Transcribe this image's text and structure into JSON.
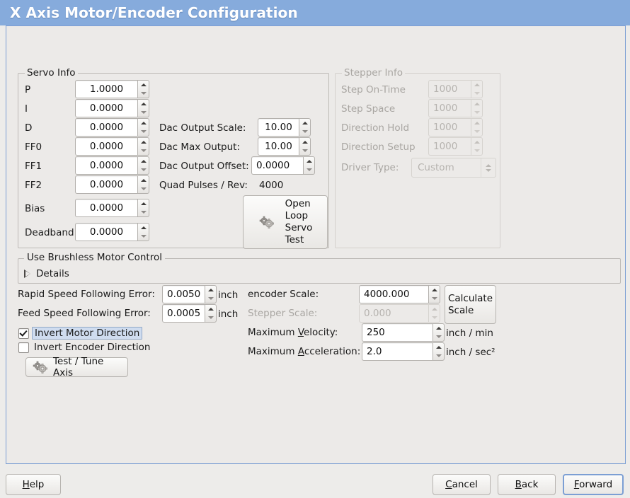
{
  "window": {
    "title": "X Axis Motor/Encoder Configuration",
    "title_bg": "#86abdc",
    "content_border": "#7c9fd4",
    "bg": "#edecea"
  },
  "servo_group": {
    "legend": "Servo Info",
    "rows": [
      {
        "label": "P",
        "value": "1.0000"
      },
      {
        "label": "I",
        "value": "0.0000"
      },
      {
        "label": "D",
        "value": "0.0000"
      },
      {
        "label": "FF0",
        "value": "0.0000"
      },
      {
        "label": "FF1",
        "value": "0.0000"
      },
      {
        "label": "FF2",
        "value": "0.0000"
      },
      {
        "label": "Bias",
        "value": "0.0000"
      },
      {
        "label": "Deadband",
        "value": "0.0000"
      }
    ],
    "dac_output_scale_label": "Dac Output Scale:",
    "dac_output_scale_value": "10.00",
    "dac_max_output_label": "Dac Max Output:",
    "dac_max_output_value": "10.00",
    "dac_output_offset_label": "Dac Output Offset:",
    "dac_output_offset_value": "0.0000",
    "quad_pulses_label": "Quad Pulses / Rev:",
    "quad_pulses_value": "4000",
    "open_loop_button": "Open\nLoop\nServo\nTest",
    "open_loop_button_lines": [
      "Open",
      "Loop",
      "Servo",
      "Test"
    ],
    "open_loop_icon": "gears-icon"
  },
  "stepper_group": {
    "legend": "Stepper Info",
    "enabled": false,
    "rows": [
      {
        "label": "Step On-Time",
        "value": "1000"
      },
      {
        "label": "Step Space",
        "value": "1000"
      },
      {
        "label": "Direction Hold",
        "value": "1000"
      },
      {
        "label": "Direction Setup",
        "value": "1000"
      }
    ],
    "driver_type_label": "Driver Type:",
    "driver_type_value": "Custom"
  },
  "brushless": {
    "checkbox_label": "Use Brushless Motor Control",
    "checked": false,
    "details_label": "Details",
    "details_expanded": false
  },
  "following_errors": {
    "rapid_label": "Rapid Speed Following Error:",
    "rapid_value": "0.0050",
    "rapid_unit": "inch",
    "feed_label": "Feed Speed Following Error:",
    "feed_value": "0.0005",
    "feed_unit": "inch"
  },
  "direction": {
    "invert_motor_label": "Invert Motor Direction",
    "invert_motor_checked": true,
    "invert_motor_focused": true,
    "invert_encoder_label": "Invert Encoder Direction",
    "invert_encoder_checked": false
  },
  "test_tune_button": {
    "label": "Test / Tune Axis",
    "icon": "gears-icon"
  },
  "scale": {
    "encoder_scale_label": "encoder Scale:",
    "encoder_scale_value": "4000.000",
    "stepper_scale_label": "Stepper Scale:",
    "stepper_scale_value": "0.000",
    "stepper_scale_enabled": false,
    "calculate_button_lines": [
      "Calculate",
      "Scale"
    ],
    "max_velocity_label_pre": "Maximum ",
    "max_velocity_label_key": "V",
    "max_velocity_label_post": "elocity:",
    "max_velocity_value": "250",
    "max_velocity_unit": "inch / min",
    "max_accel_label_pre": "Maximum ",
    "max_accel_label_key": "A",
    "max_accel_label_post": "cceleration:",
    "max_accel_value": "2.0",
    "max_accel_unit": "inch / sec²"
  },
  "footer": {
    "help_pre": "H",
    "help_key": "H",
    "help_post": "elp",
    "help_label": "Help",
    "cancel_key": "C",
    "cancel_label": "Cancel",
    "back_key": "B",
    "back_label": "Back",
    "forward_key": "F",
    "forward_label": "Forward",
    "default_button": "Forward"
  }
}
